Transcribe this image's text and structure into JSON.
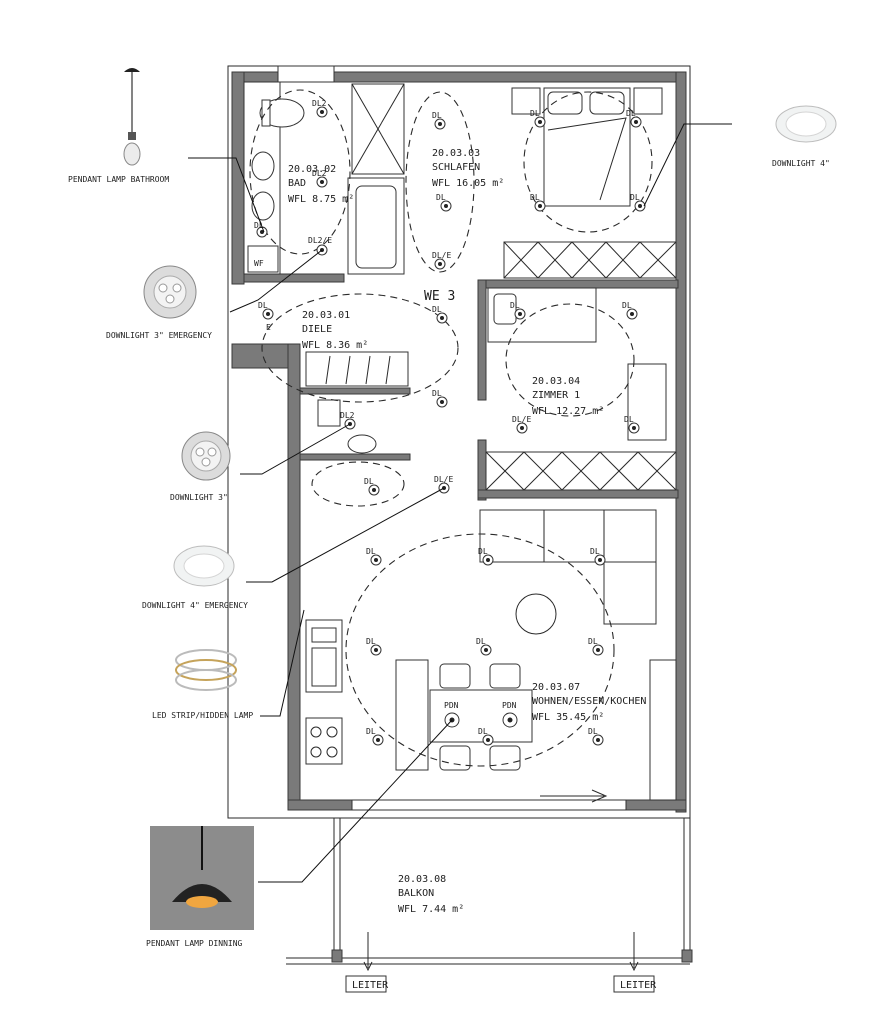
{
  "legend": {
    "pendant_bath": "PENDANT LAMP BATHROOM",
    "downlight4": "DOWNLIGHT 4\"",
    "downlight3_em": "DOWNLIGHT 3\" EMERGENCY",
    "downlight3": "DOWNLIGHT 3\"",
    "downlight4_em": "DOWNLIGHT 4\" EMERGENCY",
    "ledstrip": "LED STRIP/HIDDEN LAMP",
    "pendant_din": "PENDANT LAMP DINNING"
  },
  "unit": "WE 3",
  "rooms": {
    "bad": {
      "id": "20.03.02",
      "name": "BAD",
      "area": "WFL 8.75 m²"
    },
    "schlafen": {
      "id": "20.03.03",
      "name": "SCHLAFEN",
      "area": "WFL 16.05 m²"
    },
    "diele": {
      "id": "20.03.01",
      "name": "DIELE",
      "area": "WFL 8.36 m²"
    },
    "zimmer": {
      "id": "20.03.04",
      "name": "ZIMMER 1",
      "area": "WFL 12.27 m²"
    },
    "wohnen": {
      "id": "20.03.07",
      "name": "WOHNEN/ESSEN/KOCHEN",
      "area": "WFL 35.45 m²"
    },
    "balkon": {
      "id": "20.03.08",
      "name": "BALKON",
      "area": "WFL 7.44 m²"
    }
  },
  "tags": {
    "dl": "DL",
    "dl2": "DL2",
    "dl2e": "DL2/E",
    "dle": "DL/E",
    "e": "E",
    "pdn": "PDN",
    "wf": "WF",
    "dl_short": "DL"
  },
  "leiter": [
    "LEITER",
    "LEITER"
  ]
}
